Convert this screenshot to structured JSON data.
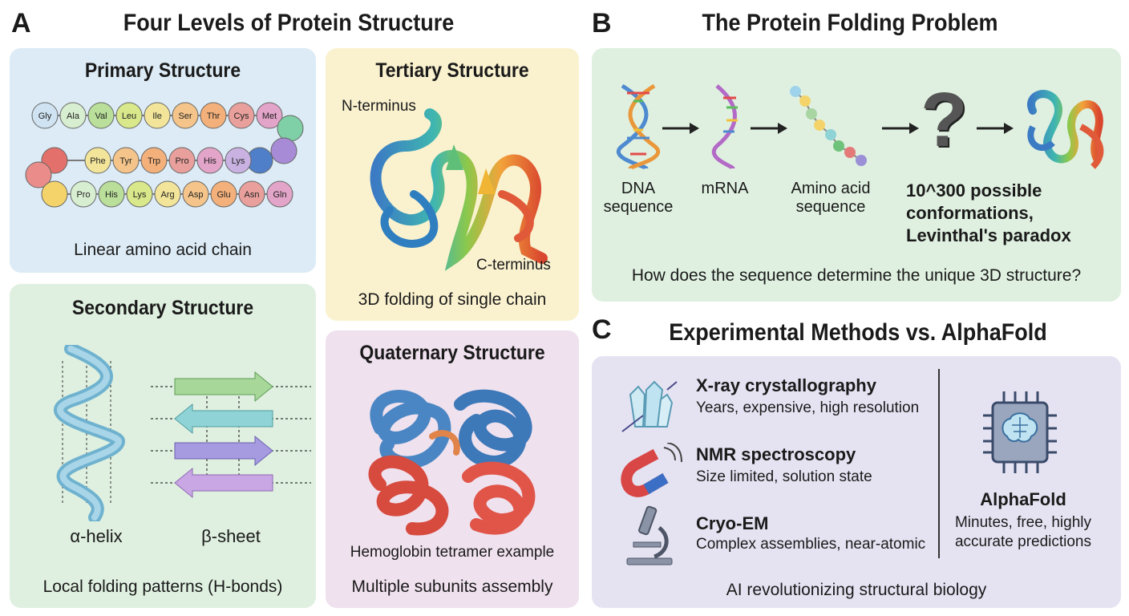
{
  "panelA": {
    "letter": "A",
    "title": "Four Levels of Protein Structure",
    "primary": {
      "title": "Primary Structure",
      "caption": "Linear amino acid chain",
      "row1": [
        "Gly",
        "Ala",
        "Val",
        "Leu",
        "Ile",
        "Ser",
        "Thr",
        "Cys",
        "Met"
      ],
      "row2": [
        "Phe",
        "Tyr",
        "Trp",
        "Pro",
        "His",
        "Lys"
      ],
      "row3": [
        "Pro",
        "His",
        "Lys",
        "Arg",
        "Asp",
        "Glu",
        "Asn",
        "Gln"
      ]
    },
    "secondary": {
      "title": "Secondary Structure",
      "helix_label": "α-helix",
      "sheet_label": "β-sheet",
      "caption": "Local folding patterns (H-bonds)"
    },
    "tertiary": {
      "title": "Tertiary Structure",
      "n_label": "N-terminus",
      "c_label": "C-terminus",
      "caption": "3D folding of single chain"
    },
    "quaternary": {
      "title": "Quaternary Structure",
      "example": "Hemoglobin tetramer example",
      "caption": "Multiple subunits assembly"
    }
  },
  "panelB": {
    "letter": "B",
    "title": "The Protein Folding Problem",
    "steps": [
      "DNA sequence",
      "mRNA",
      "Amino acid sequence"
    ],
    "question_mark": "?",
    "conformations": "10^300 possible conformations, Levinthal's paradox",
    "caption": "How does the sequence determine the unique 3D structure?"
  },
  "panelC": {
    "letter": "C",
    "title": "Experimental Methods vs. AlphaFold",
    "methods": [
      {
        "name": "X-ray crystallography",
        "desc": "Years, expensive, high resolution",
        "icon": "crystal-icon"
      },
      {
        "name": "NMR spectroscopy",
        "desc": "Size limited, solution state",
        "icon": "magnet-icon"
      },
      {
        "name": "Cryo-EM",
        "desc": "Complex assemblies, near-atomic",
        "icon": "microscope-icon"
      }
    ],
    "alphafold": {
      "name": "AlphaFold",
      "desc": "Minutes, free, highly accurate predictions",
      "icon": "ai-chip-brain-icon"
    },
    "caption": "AI revolutionizing structural biology"
  },
  "colors": {
    "blue_card": "#dcebf5",
    "green_card": "#dff0e0",
    "yellow_card": "#faf2cf",
    "pink_card": "#efe1ee",
    "lavender_card": "#e5e3f2"
  }
}
